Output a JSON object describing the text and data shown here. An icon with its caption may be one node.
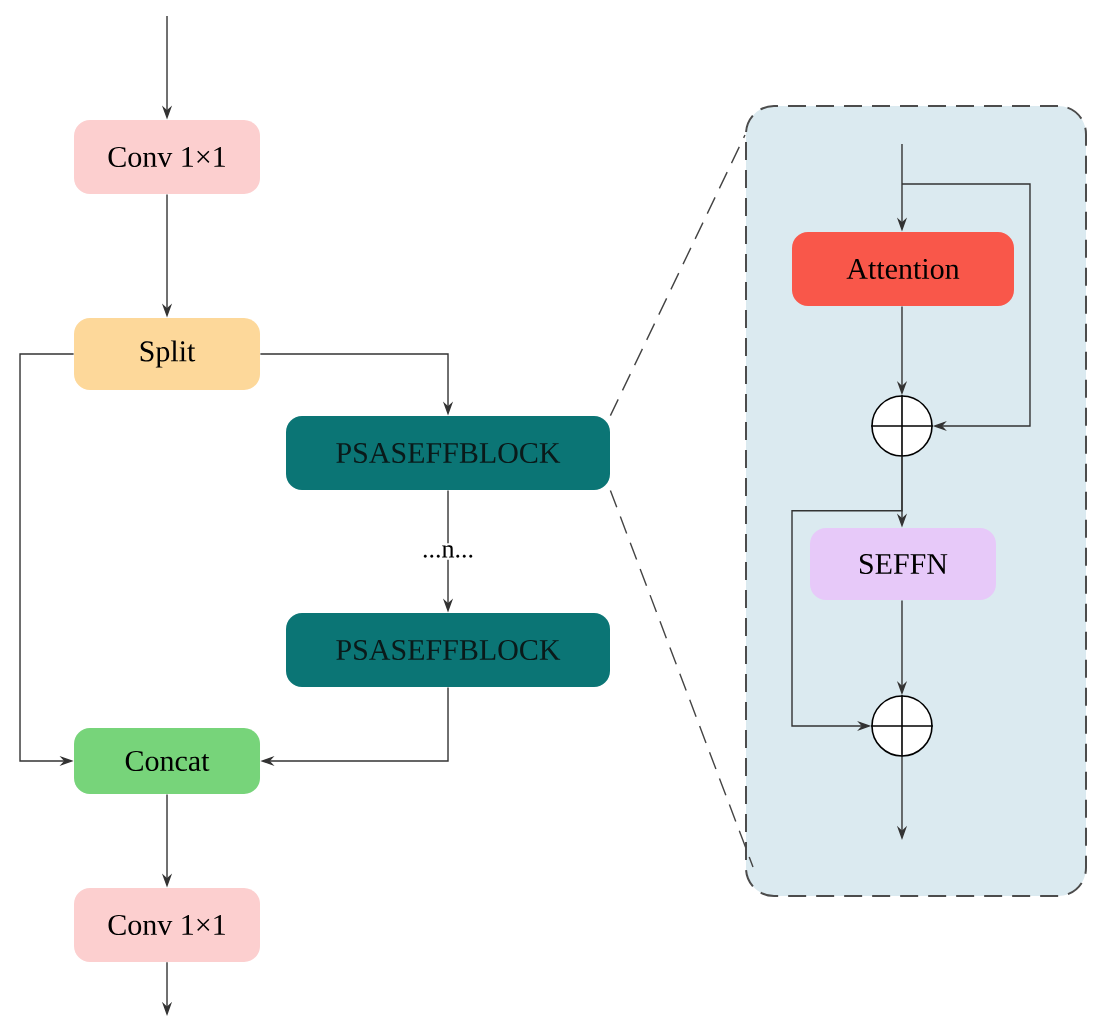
{
  "diagram": {
    "nodes": [
      {
        "text": [
          "Conv 1×1"
        ]
      },
      {
        "text": [
          "Split"
        ]
      },
      {
        "text": [
          "PSASEFFBLOCK"
        ]
      },
      {
        "text": [
          "PSASEFFBLOCK"
        ]
      },
      {
        "text": [
          "Concat"
        ]
      },
      {
        "text": [
          "Conv 1×1"
        ]
      },
      {
        "text": [],
        "shape": "box"
      },
      {
        "text": [
          "Attention"
        ],
        "in": 6
      },
      {
        "text": [],
        "shape": "circle",
        "in": 6
      },
      {
        "text": [
          "SEFFN"
        ],
        "in": 6
      },
      {
        "text": [],
        "shape": "circle",
        "in": 6
      }
    ],
    "edges": [
      {
        "from": null,
        "to": 0,
        "arrow": "to"
      },
      {
        "from": 0,
        "to": 1,
        "arrow": "to"
      },
      {
        "from": 1,
        "to": 2,
        "arrow": "to"
      },
      {
        "from": 1,
        "to": 4,
        "arrow": "to"
      },
      {
        "from": 2,
        "to": 3,
        "arrow": "to",
        "label": "...n..."
      },
      {
        "from": 3,
        "to": 4,
        "arrow": "to"
      },
      {
        "from": 4,
        "to": 5,
        "arrow": "to"
      },
      {
        "from": 5,
        "to": null,
        "arrow": "to"
      },
      {
        "from": 2,
        "to": 6,
        "arrow": "none",
        "style": "dashed",
        "color": "#444444"
      },
      {
        "from": 2,
        "to": 6,
        "arrow": "none",
        "style": "dashed",
        "color": "#444444"
      },
      {
        "from": null,
        "to": 7,
        "arrow": "to"
      },
      {
        "from": null,
        "to": 8,
        "arrow": "to"
      },
      {
        "from": 7,
        "to": 8,
        "arrow": "to"
      },
      {
        "from": 8,
        "to": 9,
        "arrow": "to"
      },
      {
        "from": 8,
        "to": 10,
        "arrow": "to"
      },
      {
        "from": 9,
        "to": 10,
        "arrow": "to"
      },
      {
        "from": 10,
        "to": null,
        "arrow": "to"
      }
    ]
  }
}
